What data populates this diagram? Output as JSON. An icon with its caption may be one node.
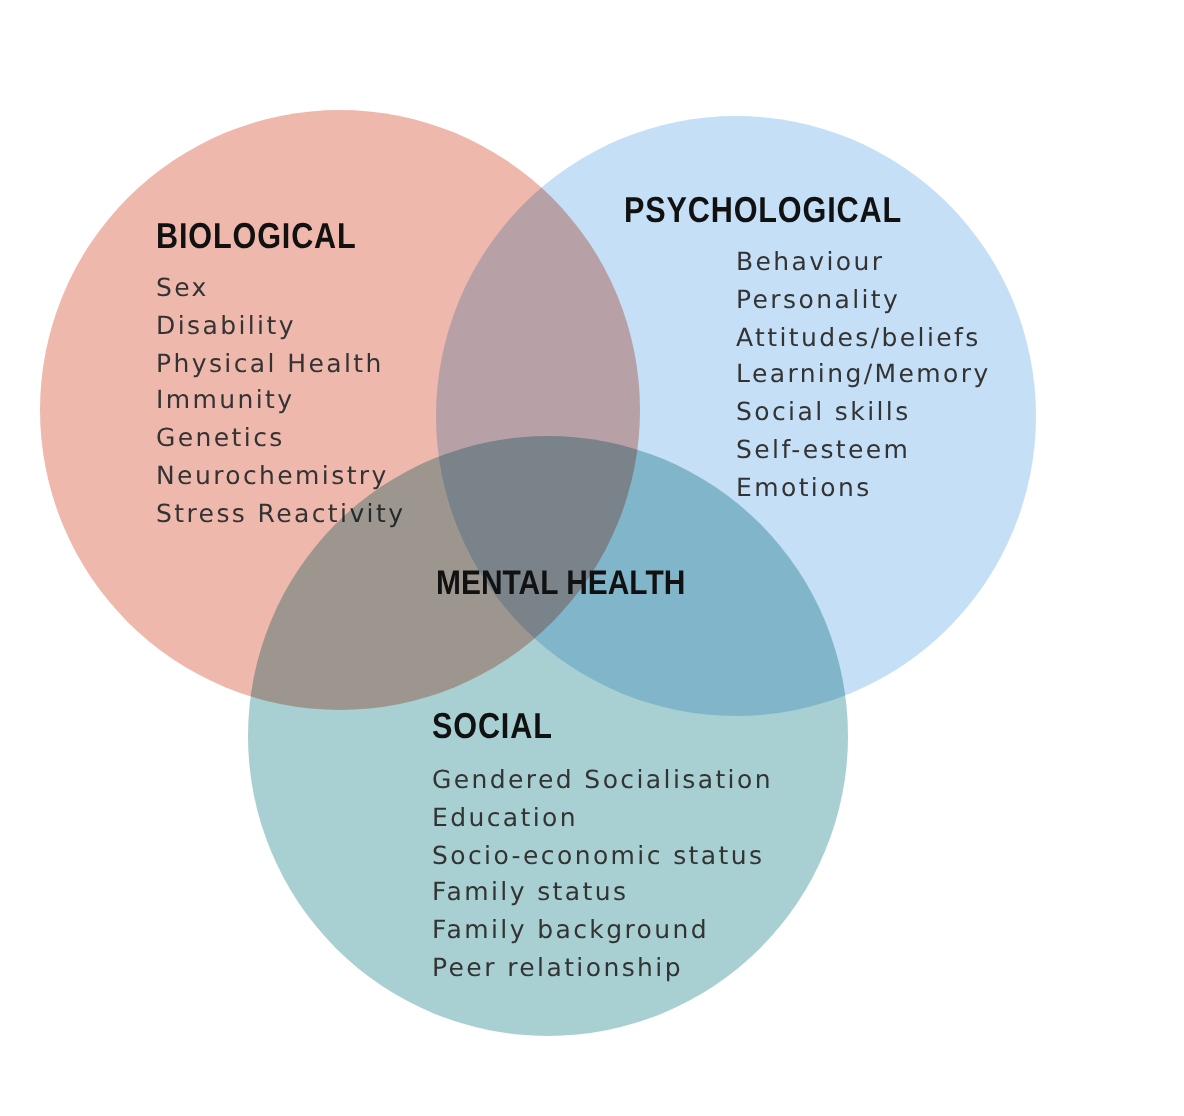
{
  "diagram": {
    "nodes": [
      {
        "text": [
          "BIOLOGICAL",
          "Sex",
          "Disability",
          "Physical Health",
          "Immunity",
          "Genetics",
          "Neurochemistry",
          "Stress Reactivity"
        ]
      },
      {
        "text": [
          "PSYCHOLOGICAL",
          "Behaviour",
          "Personality",
          "Attitudes/beliefs",
          "Learning/Memory",
          "Social skills",
          "Self-esteem",
          "Emotions"
        ]
      },
      {
        "text": [
          "SOCIAL",
          "Gendered Socialisation",
          "Education",
          "Socio-economic status",
          "Family status",
          "Family background",
          "Peer relationship"
        ]
      }
    ],
    "labels": [
      "MENTAL HEALTH"
    ]
  }
}
